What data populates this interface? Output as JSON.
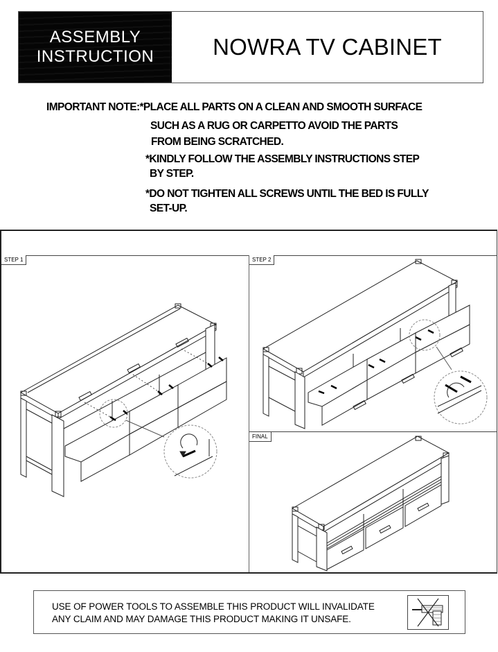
{
  "header": {
    "badge_line1": "ASSEMBLY",
    "badge_line2": "INSTRUCTION",
    "product_title": "NOWRA TV CABINET"
  },
  "notes": {
    "line1": "IMPORTANT NOTE:*PLACE ALL PARTS ON A CLEAN AND SMOOTH SURFACE",
    "line2": "SUCH AS A RUG OR CARPETTO AVOID THE PARTS",
    "line3": "FROM BEING SCRATCHED.",
    "line4": "*KINDLY FOLLOW THE ASSEMBLY INSTRUCTIONS STEP",
    "line5": "BY STEP.",
    "line6": "*DO NOT TIGHTEN ALL SCREWS UNTIL THE BED IS FULLY",
    "line7": "SET-UP."
  },
  "steps": [
    {
      "label": "STEP 1",
      "illustration": "cabinet-drawers-open-attach-handles"
    },
    {
      "label": "STEP 2",
      "illustration": "cabinet-drawers-open-screw-handles"
    },
    {
      "label": "FINAL",
      "illustration": "cabinet-assembled"
    }
  ],
  "warning": {
    "line1": "USE OF POWER TOOLS TO ASSEMBLE THIS PRODUCT WILL INVALIDATE",
    "line2": "ANY CLAIM AND MAY DAMAGE THIS PRODUCT MAKING IT UNSAFE.",
    "icon": "no-power-drill-icon"
  }
}
